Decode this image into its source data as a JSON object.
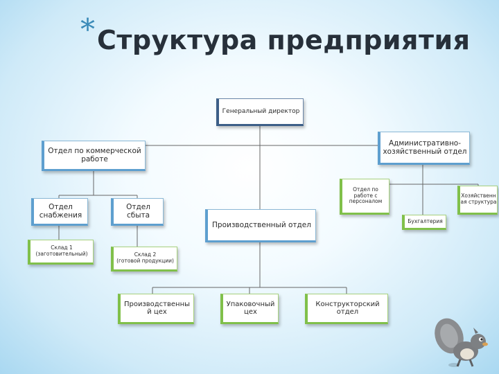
{
  "slide": {
    "title_marker": "*",
    "title": "Структура предприятия"
  },
  "org": {
    "general_director": "Генеральный директор",
    "commercial_dept": "Отдел по коммерческой\nработе",
    "admin_dept": "Административно-\nхозяйственный отдел",
    "supply_dept": "Отдел\nснабжения",
    "sales_dept": "Отдел\nсбыта",
    "production_dept": "Производственный отдел",
    "hr_dept": "Отдел по\nработе с\nперсоналом",
    "household_structure": "Хозяйственн\nая структура",
    "accounting": "Бухгалтерия",
    "warehouse_1": "Склад 1\n(заготовительный)",
    "warehouse_2": "Склад 2\n(готовой продукции)",
    "production_shop": "Производственны\nй цех",
    "packaging_shop": "Упаковочный\nцех",
    "design_dept": "Конструкторский\nотдел"
  },
  "colors": {
    "connector": "#666666",
    "blue_accent": "#5e9fcf",
    "green_accent": "#80c04a"
  }
}
